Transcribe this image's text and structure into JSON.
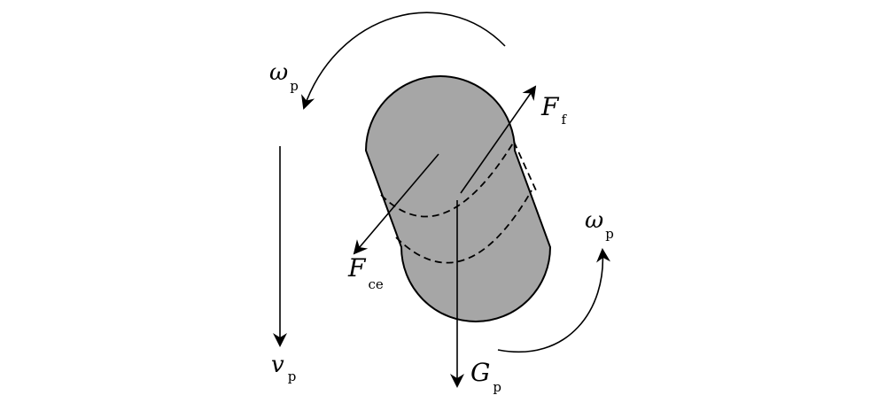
{
  "labels": {
    "omega_top": {
      "main": "ω",
      "sub": "p"
    },
    "omega_right": {
      "main": "ω",
      "sub": "p"
    },
    "v": {
      "main": "v",
      "sub": "p"
    },
    "F_f": {
      "main": "F",
      "sub": "f"
    },
    "F_ce": {
      "main": "F",
      "sub": "ce"
    },
    "G": {
      "main": "G",
      "sub": "p"
    }
  },
  "colors": {
    "particle_fill": "#a6a6a6",
    "stroke": "#000000"
  }
}
